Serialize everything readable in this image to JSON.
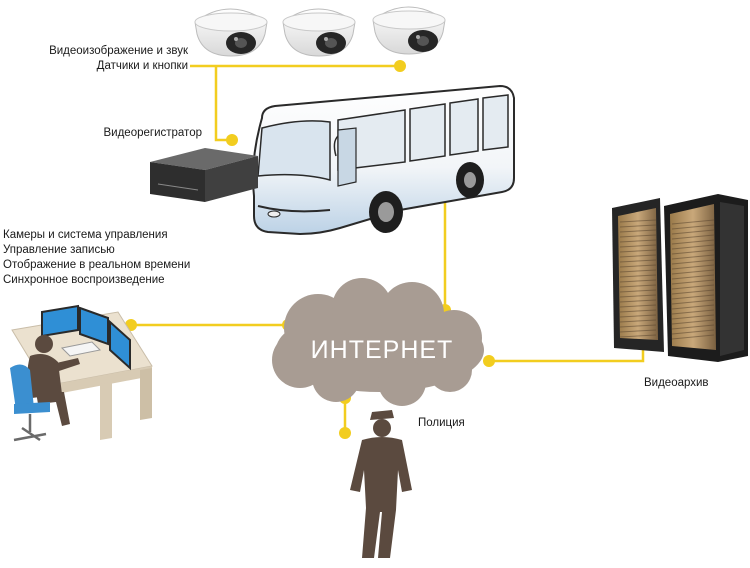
{
  "labels": {
    "camera_features": [
      "Видеоизображение и звук",
      "Датчики и кнопки"
    ],
    "recorder": "Видеорегистратор",
    "control_center": [
      "Камеры и система управления",
      "Управление записью",
      "Отображение в реальном времени",
      "Синхронное воспроизведение"
    ],
    "internet": "ИНТЕРНЕТ",
    "police": "Полиция",
    "archive": "Видеоархив"
  },
  "colors": {
    "link": "#f2cd1f",
    "cloud": "#a89c93",
    "bus_top": "#ffffff",
    "bus_bottom": "#c3d6e8",
    "recorder": "#3c3c3c",
    "silhouette": "#5b4a3f",
    "monitor": "#2f8fd6",
    "desk": "#e8ddcb",
    "server": "#252525"
  }
}
